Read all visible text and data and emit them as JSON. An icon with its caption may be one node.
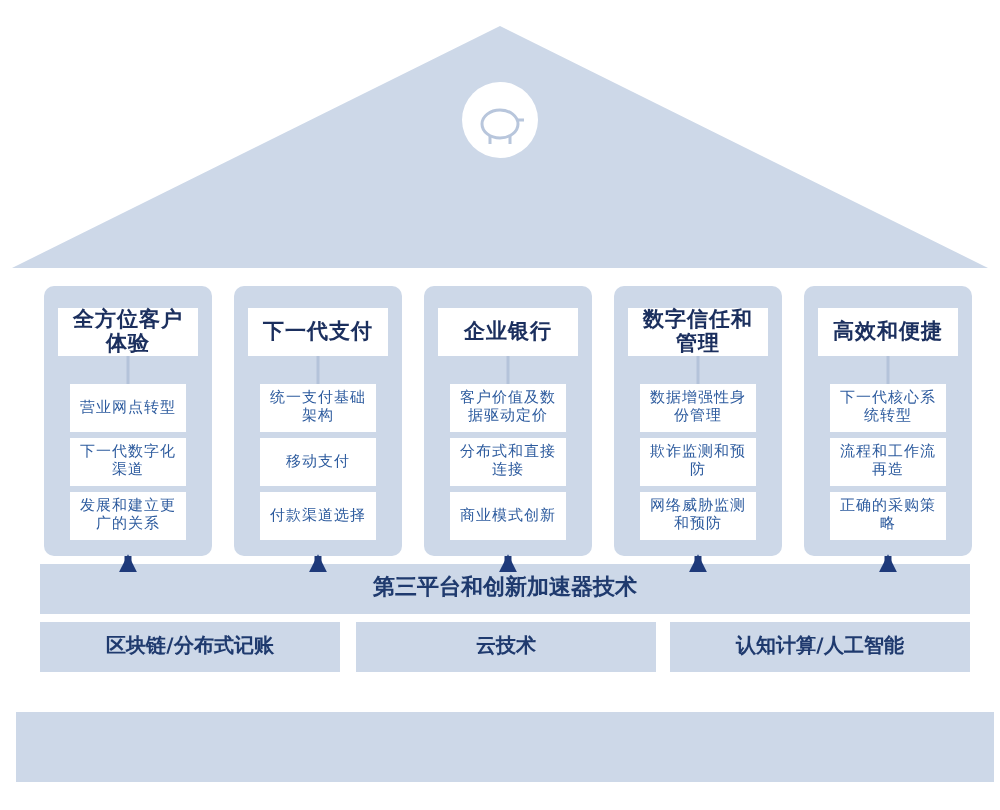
{
  "diagram": {
    "nodes": [
      {
        "text": [],
        "shape": "box"
      },
      {
        "text": [
          "全方位客户体验"
        ],
        "in": 0
      },
      {
        "text": [
          "营业网点转型"
        ],
        "in": 0
      },
      {
        "text": [
          "下一代数字化渠道"
        ],
        "in": 0
      },
      {
        "text": [
          "发展和建立更广的关系"
        ],
        "in": 0
      },
      {
        "text": [],
        "shape": "box"
      },
      {
        "text": [
          "下一代支付"
        ],
        "in": 5
      },
      {
        "text": [
          "统一支付基础架构"
        ],
        "in": 5
      },
      {
        "text": [
          "移动支付"
        ],
        "in": 5
      },
      {
        "text": [
          "付款渠道选择"
        ],
        "in": 5
      },
      {
        "text": [],
        "shape": "box"
      },
      {
        "text": [
          "企业银行"
        ],
        "in": 10
      },
      {
        "text": [
          "客户价值及数据驱动定价"
        ],
        "in": 10
      },
      {
        "text": [
          "分布式和直接连接"
        ],
        "in": 10
      },
      {
        "text": [
          "商业模式创新"
        ],
        "in": 10
      },
      {
        "text": [],
        "shape": "box"
      },
      {
        "text": [
          "数字信任和管理"
        ],
        "in": 15
      },
      {
        "text": [
          "数据增强性身份管理"
        ],
        "in": 15
      },
      {
        "text": [
          "欺诈监测和预防"
        ],
        "in": 15
      },
      {
        "text": [
          "网络威胁监测和预防"
        ],
        "in": 15
      },
      {
        "text": [],
        "shape": "box"
      },
      {
        "text": [
          "高效和便捷"
        ],
        "in": 20
      },
      {
        "text": [
          "下一代核心系统转型"
        ],
        "in": 20
      },
      {
        "text": [
          "流程和工作流再造"
        ],
        "in": 20
      },
      {
        "text": [
          "正确的采购策略"
        ],
        "in": 20
      },
      {
        "text": [
          "第三平台和创新加速器技术"
        ]
      },
      {
        "text": [
          "区块链/分布式记账"
        ]
      },
      {
        "text": [
          "云技术"
        ]
      },
      {
        "text": [
          "认知计算/人工智能"
        ]
      }
    ],
    "edges": [
      {
        "from": 1,
        "to": 2,
        "arrow": "none"
      },
      {
        "from": 6,
        "to": 7,
        "arrow": "none"
      },
      {
        "from": 11,
        "to": 12,
        "arrow": "none"
      },
      {
        "from": 16,
        "to": 17,
        "arrow": "none"
      },
      {
        "from": 21,
        "to": 22,
        "arrow": "none"
      },
      {
        "from": 25,
        "to": 0,
        "arrow": "to",
        "style": "thick",
        "color": "#1f3a7a"
      },
      {
        "from": 25,
        "to": 5,
        "arrow": "to",
        "style": "thick",
        "color": "#1f3a7a"
      },
      {
        "from": 25,
        "to": 10,
        "arrow": "to",
        "style": "thick",
        "color": "#1f3a7a"
      },
      {
        "from": 25,
        "to": 15,
        "arrow": "to",
        "style": "thick",
        "color": "#1f3a7a"
      },
      {
        "from": 25,
        "to": 20,
        "arrow": "to",
        "style": "thick",
        "color": "#1f3a7a"
      }
    ]
  }
}
